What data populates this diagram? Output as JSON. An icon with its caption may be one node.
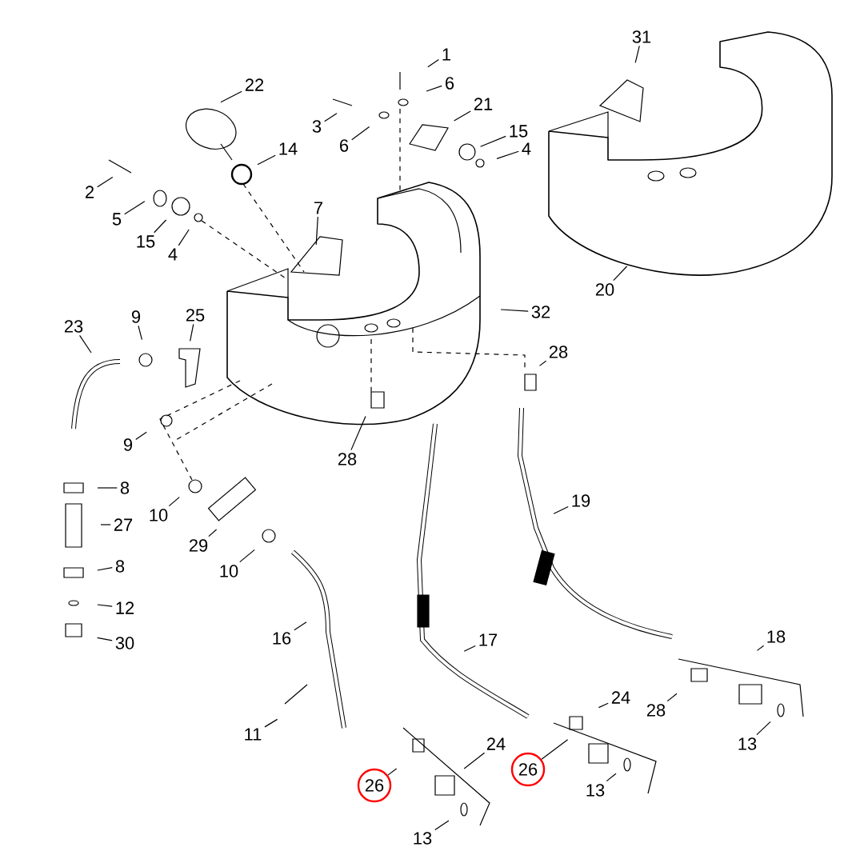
{
  "diagram": {
    "nodes": [
      {
        "text": [
          "31"
        ]
      },
      {
        "text": [
          "1"
        ]
      },
      {
        "text": [
          "6"
        ]
      },
      {
        "text": [
          "22"
        ]
      },
      {
        "text": [
          "21"
        ]
      },
      {
        "text": [
          "3"
        ]
      },
      {
        "text": [
          "15"
        ]
      },
      {
        "text": [
          "6"
        ]
      },
      {
        "text": [
          "14"
        ]
      },
      {
        "text": [
          "4"
        ]
      },
      {
        "text": [
          "2"
        ]
      },
      {
        "text": [
          "7"
        ]
      },
      {
        "text": [
          "5"
        ]
      },
      {
        "text": [
          "15"
        ]
      },
      {
        "text": [
          "4"
        ]
      },
      {
        "text": [
          "20"
        ]
      },
      {
        "text": [
          "32"
        ]
      },
      {
        "text": [
          "25"
        ]
      },
      {
        "text": [
          "9"
        ]
      },
      {
        "text": [
          "23"
        ]
      },
      {
        "text": [
          "28"
        ]
      },
      {
        "text": [
          "9"
        ]
      },
      {
        "text": [
          "28"
        ]
      },
      {
        "text": [
          "8"
        ]
      },
      {
        "text": [
          "19"
        ]
      },
      {
        "text": [
          "10"
        ]
      },
      {
        "text": [
          "27"
        ]
      },
      {
        "text": [
          "29"
        ]
      },
      {
        "text": [
          "8"
        ]
      },
      {
        "text": [
          "10"
        ]
      },
      {
        "text": [
          "12"
        ]
      },
      {
        "text": [
          "18"
        ]
      },
      {
        "text": [
          "16"
        ]
      },
      {
        "text": [
          "17"
        ]
      },
      {
        "text": [
          "30"
        ]
      },
      {
        "text": [
          "24"
        ]
      },
      {
        "text": [
          "28"
        ]
      },
      {
        "text": [
          "11"
        ]
      },
      {
        "text": [
          "13"
        ]
      },
      {
        "text": [
          "24"
        ]
      },
      {
        "text": [
          "26"
        ]
      },
      {
        "text": [
          "26"
        ]
      },
      {
        "text": [
          "13"
        ]
      },
      {
        "text": [
          "13"
        ]
      }
    ],
    "edges": [
      {
        "from": 0,
        "to": null,
        "arrow": "none"
      },
      {
        "from": 1,
        "to": null,
        "arrow": "none"
      },
      {
        "from": 2,
        "to": null,
        "arrow": "none"
      },
      {
        "from": 3,
        "to": null,
        "arrow": "none"
      },
      {
        "from": 4,
        "to": null,
        "arrow": "none"
      },
      {
        "from": 5,
        "to": null,
        "arrow": "none"
      },
      {
        "from": 6,
        "to": null,
        "arrow": "none"
      },
      {
        "from": 7,
        "to": null,
        "arrow": "none"
      },
      {
        "from": 8,
        "to": null,
        "arrow": "none"
      },
      {
        "from": 9,
        "to": null,
        "arrow": "none"
      },
      {
        "from": 10,
        "to": null,
        "arrow": "none"
      },
      {
        "from": 11,
        "to": null,
        "arrow": "none"
      },
      {
        "from": 12,
        "to": null,
        "arrow": "none"
      },
      {
        "from": 13,
        "to": null,
        "arrow": "none"
      },
      {
        "from": 14,
        "to": null,
        "arrow": "none"
      },
      {
        "from": 15,
        "to": null,
        "arrow": "none"
      },
      {
        "from": 16,
        "to": null,
        "arrow": "none"
      },
      {
        "from": 17,
        "to": null,
        "arrow": "none"
      },
      {
        "from": 18,
        "to": null,
        "arrow": "none"
      },
      {
        "from": 19,
        "to": null,
        "arrow": "none"
      },
      {
        "from": 20,
        "to": null,
        "arrow": "none"
      },
      {
        "from": 21,
        "to": null,
        "arrow": "none"
      },
      {
        "from": 22,
        "to": null,
        "arrow": "none"
      },
      {
        "from": 23,
        "to": null,
        "arrow": "none"
      },
      {
        "from": 24,
        "to": null,
        "arrow": "none"
      },
      {
        "from": 25,
        "to": null,
        "arrow": "none"
      },
      {
        "from": 26,
        "to": null,
        "arrow": "none"
      },
      {
        "from": 27,
        "to": null,
        "arrow": "none"
      },
      {
        "from": 28,
        "to": null,
        "arrow": "none"
      },
      {
        "from": 29,
        "to": null,
        "arrow": "none"
      },
      {
        "from": 30,
        "to": null,
        "arrow": "none"
      },
      {
        "from": 31,
        "to": null,
        "arrow": "none"
      },
      {
        "from": 32,
        "to": null,
        "arrow": "none"
      },
      {
        "from": 33,
        "to": null,
        "arrow": "none"
      },
      {
        "from": 34,
        "to": null,
        "arrow": "none"
      },
      {
        "from": 35,
        "to": null,
        "arrow": "none"
      },
      {
        "from": 36,
        "to": null,
        "arrow": "none"
      },
      {
        "from": 37,
        "to": null,
        "arrow": "none"
      },
      {
        "from": 38,
        "to": null,
        "arrow": "none"
      },
      {
        "from": 39,
        "to": null,
        "arrow": "none"
      },
      {
        "from": 40,
        "to": null,
        "arrow": "none"
      },
      {
        "from": 41,
        "to": null,
        "arrow": "none"
      },
      {
        "from": 42,
        "to": null,
        "arrow": "none"
      },
      {
        "from": 43,
        "to": null,
        "arrow": "none"
      }
    ]
  }
}
